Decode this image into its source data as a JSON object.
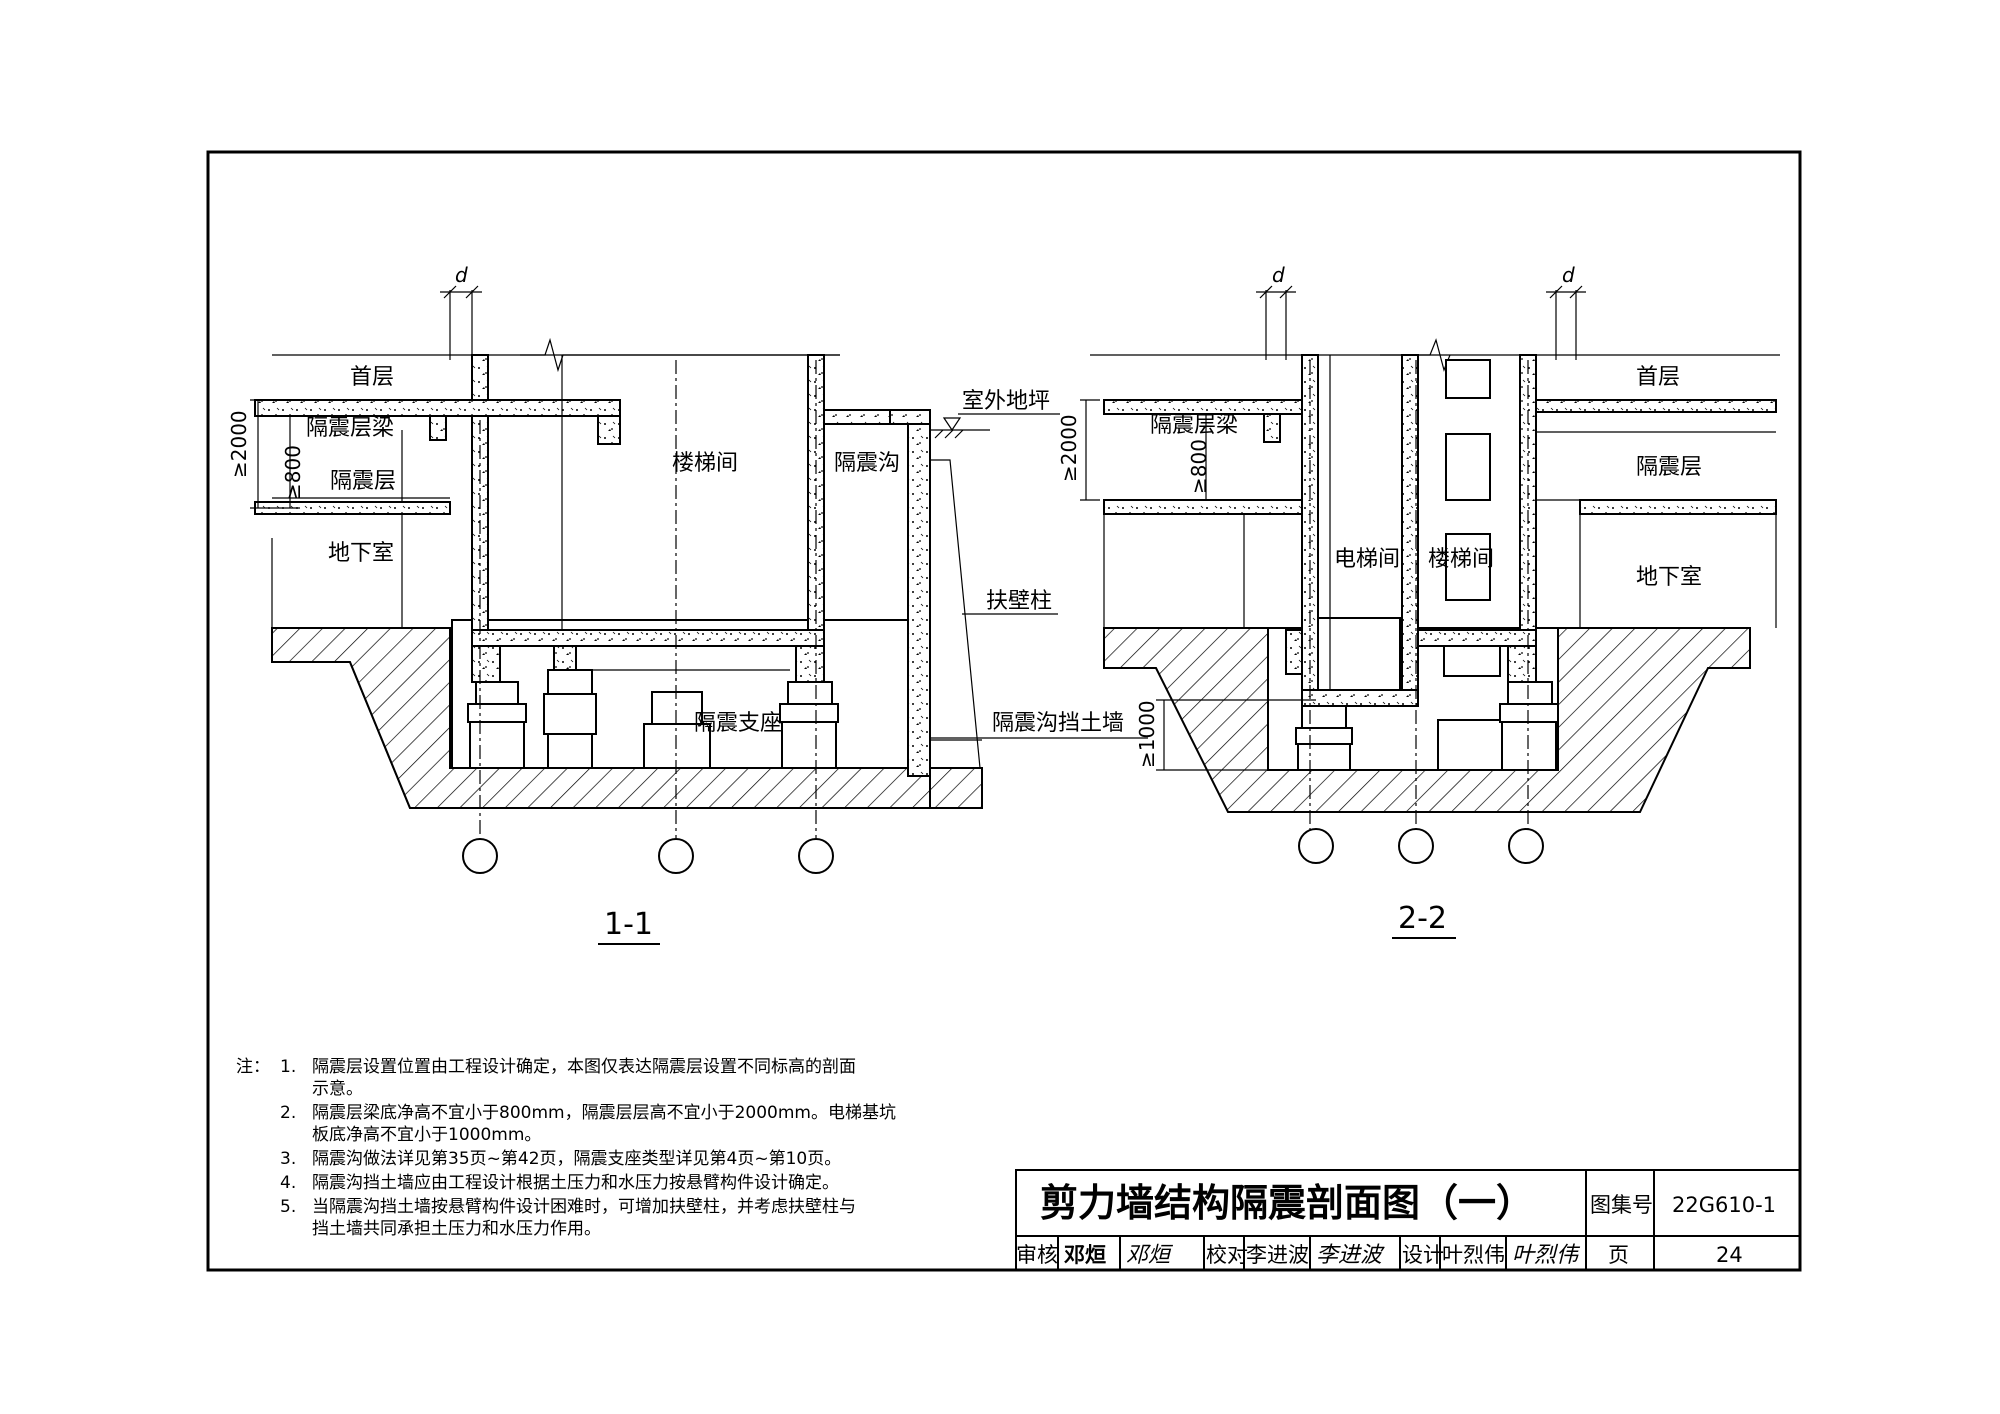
{
  "drawing": {
    "section_1": {
      "dim_d": "d",
      "first_floor": "首层",
      "isolation_beam": "隔震层梁",
      "isolation_layer": "隔震层",
      "basement": "地下室",
      "stairwell": "楼梯间",
      "isolation_trench": "隔震沟",
      "outdoor_ground": "室外地坪",
      "buttress_column": "扶壁柱",
      "isolation_bearing": "隔震支座",
      "retaining_wall": "隔震沟挡土墙",
      "dim_2000": "≥2000",
      "dim_800": "≥800",
      "section_label": "1-1"
    },
    "section_2": {
      "dim_d_left": "d",
      "dim_d_right": "d",
      "first_floor": "首层",
      "isolation_beam": "隔震层梁",
      "isolation_layer": "隔震层",
      "basement": "地下室",
      "elevator_shaft": "电梯间",
      "stairwell": "楼梯间",
      "dim_2000": "≥2000",
      "dim_800": "≥800",
      "dim_1000": "≥1000",
      "section_label": "2-2"
    }
  },
  "notes": {
    "prefix": "注：",
    "items": [
      {
        "num": "1.",
        "lines": [
          "隔震层设置位置由工程设计确定，本图仅表达隔震层设置不同标高的剖面",
          "示意。"
        ]
      },
      {
        "num": "2.",
        "lines": [
          "隔震层梁底净高不宜小于800mm，隔震层层高不宜小于2000mm。电梯基坑",
          "板底净高不宜小于1000mm。"
        ]
      },
      {
        "num": "3.",
        "lines": [
          "隔震沟做法详见第35页~第42页，隔震支座类型详见第4页~第10页。"
        ]
      },
      {
        "num": "4.",
        "lines": [
          "隔震沟挡土墙应由工程设计根据土压力和水压力按悬臂构件设计确定。"
        ]
      },
      {
        "num": "5.",
        "lines": [
          "当隔震沟挡土墙按悬臂构件设计困难时，可增加扶壁柱，并考虑扶壁柱与",
          "挡土墙共同承担土压力和水压力作用。"
        ]
      }
    ]
  },
  "title_block": {
    "title": "剪力墙结构隔震剖面图（一）",
    "atlas_no_label": "图集号",
    "atlas_no": "22G610-1",
    "review_label": "审核",
    "reviewer": "邓烜",
    "reviewer_sig": "邓烜",
    "check_label": "校对",
    "checker": "李进波",
    "checker_sig": "李进波",
    "design_label": "设计",
    "designer": "叶烈伟",
    "designer_sig": "叶烈伟",
    "page_label": "页",
    "page": "24"
  }
}
